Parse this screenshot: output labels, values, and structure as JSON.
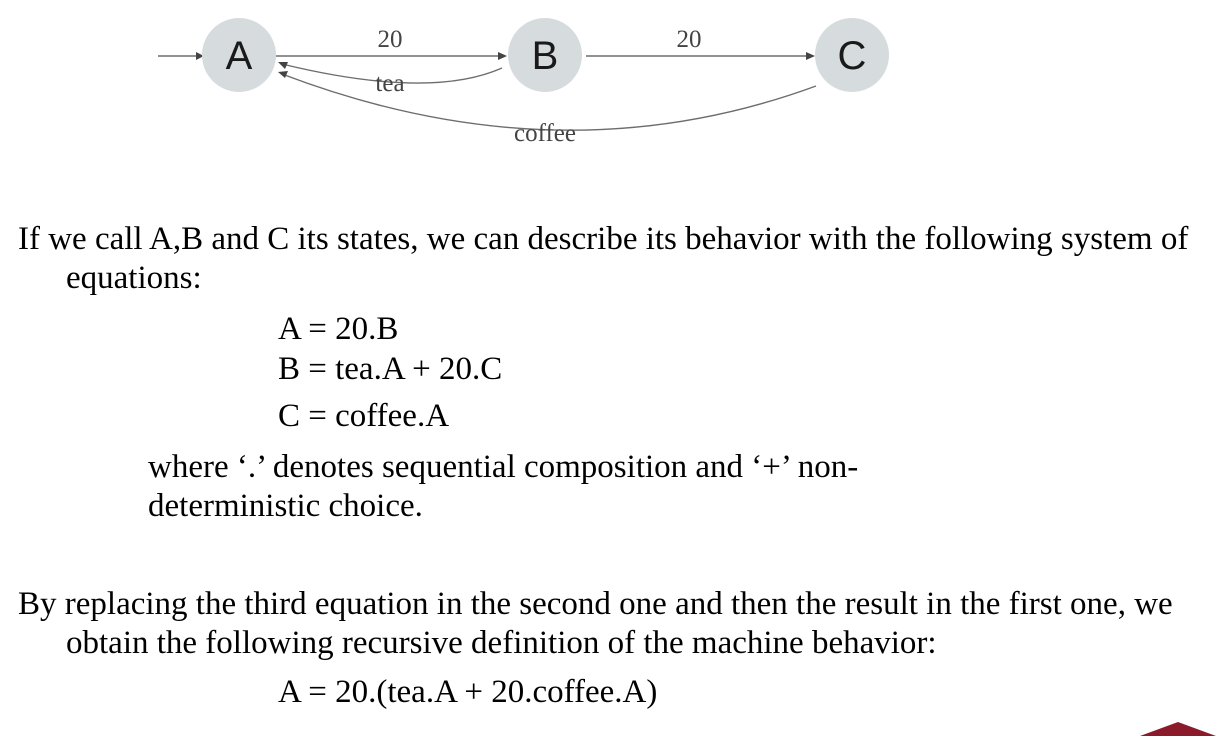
{
  "diagram": {
    "nodes": {
      "a": "A",
      "b": "B",
      "c": "C"
    },
    "edges": {
      "a_to_b_label": "20",
      "b_to_a_label": "tea",
      "b_to_c_label": "20",
      "c_to_a_label": "coffee"
    }
  },
  "text": {
    "intro": "If we call A,B and C its states, we can describe its behavior with the following system of equations:",
    "equations": [
      "A = 20.B",
      "B = tea.A + 20.C",
      "C = coffee.A"
    ],
    "note": "where ‘.’ denotes sequential composition and ‘+’ non-deterministic choice.",
    "note_line1": "where ‘.’ denotes sequential composition and ‘+’ non-",
    "note_line2": "deterministic choice.",
    "replacing": "By replacing the third equation in the second one and then the result in the first one, we obtain the following recursive definition of the machine behavior:",
    "final_equation": "A = 20.(tea.A + 20.coffee.A)"
  },
  "colors": {
    "node_fill": "#d6dbde",
    "edge": "#6d6d6d",
    "corner_accent": "#8b1a2b"
  }
}
